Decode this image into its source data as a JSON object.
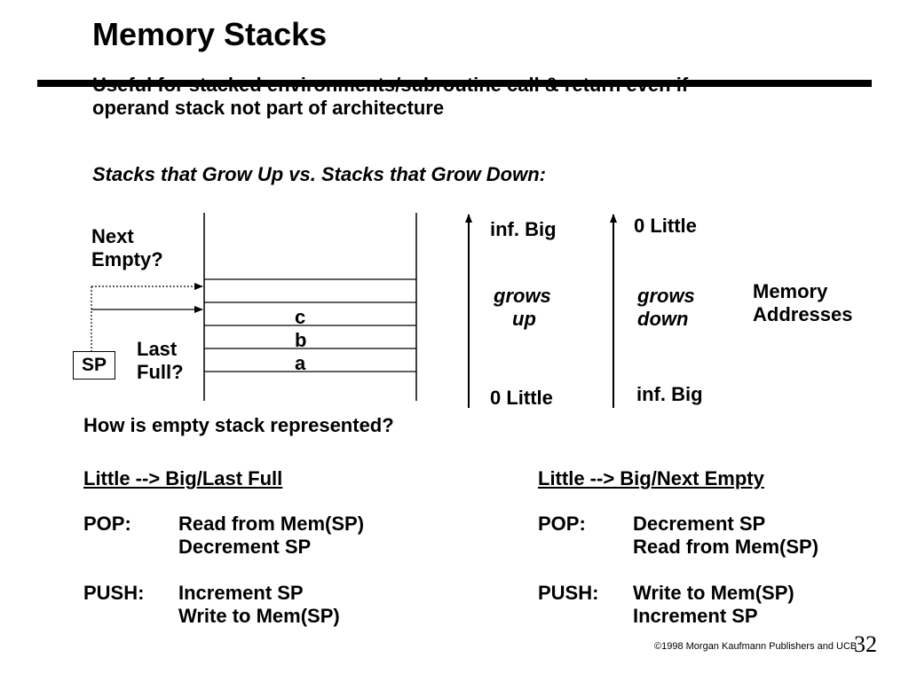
{
  "slide": {
    "title": "Memory Stacks",
    "subtitle_line1": "Useful for stacked environments/subroutine call & return even if",
    "subtitle_line2": "operand stack not part of architecture",
    "question": "Stacks that Grow Up vs. Stacks that Grow Down:"
  },
  "diagram": {
    "next_empty_line1": "Next",
    "next_empty_line2": "Empty?",
    "last_full_line1": "Last",
    "last_full_line2": "Full?",
    "sp_label": "SP",
    "stack_items": [
      "c",
      "b",
      "a"
    ],
    "up_top": "inf.  Big",
    "up_label_1": "grows",
    "up_label_2": "up",
    "up_bottom": "0  Little",
    "down_top": "0  Little",
    "down_label_1": "grows",
    "down_label_2": "down",
    "down_bottom": "inf.  Big",
    "mem_addr_1": "Memory",
    "mem_addr_2": "Addresses"
  },
  "empty_question": "How is empty stack represented?",
  "left_col": {
    "heading": "Little --> Big/Last Full",
    "pop_label": "POP:",
    "pop_1": "Read from Mem(SP)",
    "pop_2": "Decrement SP",
    "push_label": "PUSH:",
    "push_1": "Increment SP",
    "push_2": "Write to Mem(SP)"
  },
  "right_col": {
    "heading": "Little --> Big/Next Empty",
    "pop_label": "POP:",
    "pop_1": "Decrement SP",
    "pop_2": "Read from Mem(SP)",
    "push_label": "PUSH:",
    "push_1": "Write to Mem(SP)",
    "push_2": "Increment SP"
  },
  "footer": {
    "copyright": "©1998 Morgan Kaufmann Publishers and UCB",
    "page_number": "32"
  }
}
